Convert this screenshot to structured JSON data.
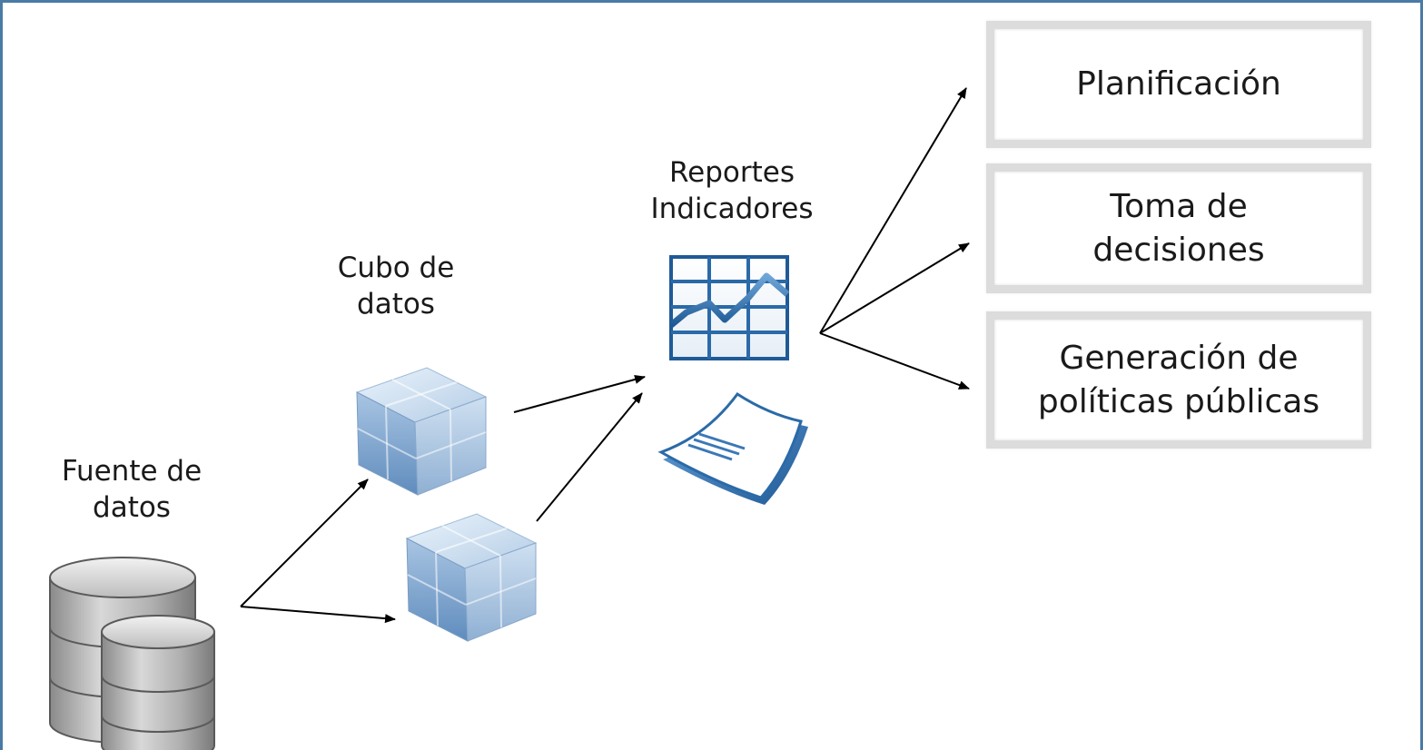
{
  "nodes": {
    "fuente": {
      "line1": "Fuente de",
      "line2": "datos",
      "icon": "database-icon"
    },
    "cubo": {
      "line1": "Cubo de",
      "line2": "datos",
      "icon": "cube-icon"
    },
    "reportes": {
      "line1": "Reportes",
      "line2": "Indicadores",
      "icons": [
        "chart-grid-icon",
        "document-stack-icon"
      ]
    }
  },
  "outputs": {
    "planificacion": {
      "text": "Planificación"
    },
    "toma": {
      "line1": "Toma de",
      "line2": "decisiones"
    },
    "generacion": {
      "line1": "Generación de",
      "line2": "políticas públicas"
    }
  },
  "colors": {
    "frame": "#4a7aa6",
    "cube": "#8fb3d9",
    "chart": "#2b6aa8",
    "database": "#a9a9a9",
    "box_border": "#dcdcdc"
  }
}
